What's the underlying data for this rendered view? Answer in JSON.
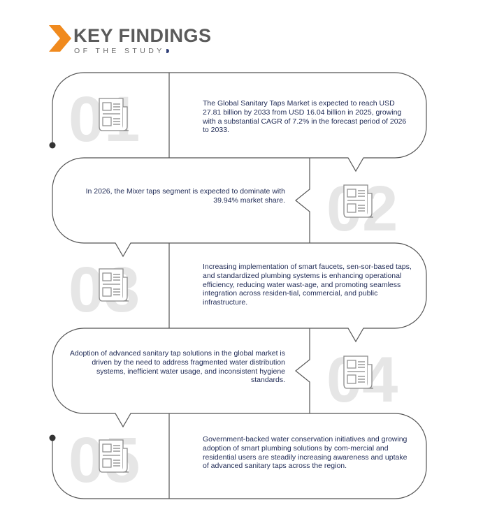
{
  "header": {
    "title": "KEY FINDINGS",
    "subtitle": "OF THE STUDY",
    "accent_color": "#F08A1E",
    "text_color": "#5B5B5B"
  },
  "findings": [
    {
      "number": "01",
      "icon": "newspaper-icon",
      "text": "The Global Sanitary Taps Market is expected to reach USD 27.81 billion by 2033 from USD 16.04 billion in 2025, growing with a substantial CAGR of 7.2% in the forecast period of 2026 to 2033."
    },
    {
      "number": "02",
      "icon": "newspaper-icon",
      "text": "In 2026, the Mixer taps segment is expected to dominate with 39.94% market share."
    },
    {
      "number": "03",
      "icon": "newspaper-icon",
      "text": "Increasing implementation of smart faucets, sen-sor-based taps, and standardized plumbing systems is enhancing operational efficiency, reducing water wast-age, and promoting seamless integration across residen-tial, commercial, and public infrastructure."
    },
    {
      "number": "04",
      "icon": "newspaper-icon",
      "text": "Adoption of advanced sanitary tap solutions in the global market is driven by the need to address fragmented water distribution systems, inefficient water usage, and inconsistent hygiene standards."
    },
    {
      "number": "05",
      "icon": "newspaper-icon",
      "text": "Government-backed water conservation initiatives and growing adoption of smart plumbing solutions by com-mercial and residential users are steadily increasing awareness and uptake of advanced sanitary taps across the region."
    }
  ]
}
